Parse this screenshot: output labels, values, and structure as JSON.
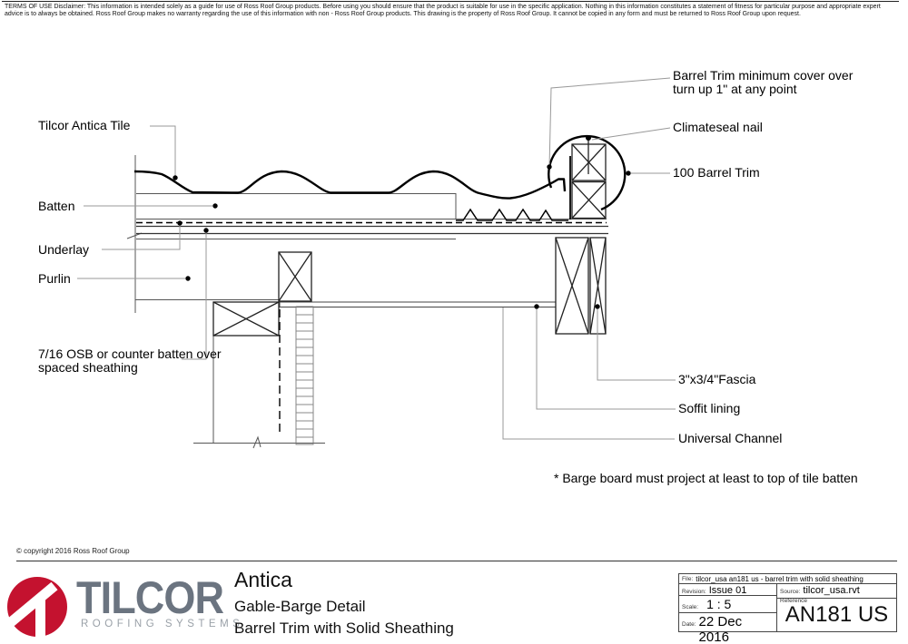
{
  "disclaimer": "TERMS OF USE Disclaimer: This information is intended solely as a guide for use of Ross Roof Group products. Before using you should ensure that the product is suitable for use in the specific application. Nothing in this information constitutes a statement of fitness for particular purpose and appropriate expert advice is to always be obtained. Ross Roof Group makes no warranty regarding the use of this information with non - Ross Roof Group products. This drawing is the property of Ross Roof Group. It cannot be copied in any form and must be returned to Ross Roof Group upon request.",
  "drawing": {
    "labels": {
      "tile": "Tilcor Antica Tile",
      "batten": "Batten",
      "underlay": "Underlay",
      "purlin": "Purlin",
      "osb": "7/16 OSB or counter batten over spaced sheathing",
      "barrel_trim_cover": "Barrel Trim minimum cover over turn up 1\" at any point",
      "climateseal_nail": "Climateseal nail",
      "barrel_trim_100": "100 Barrel Trim",
      "fascia": "3\"x3/4\"Fascia",
      "soffit": "Soffit lining",
      "universal_channel": "Universal Channel",
      "note": "* Barge board must project at least to top of tile batten"
    }
  },
  "footer": {
    "copyright": "© copyright 2016 Ross Roof Group",
    "logo": {
      "brand": "TILCOR",
      "tagline": "ROOFING SYSTEMS",
      "brand_red": "#c4122f",
      "brand_gray": "#6b7480"
    },
    "product_title": "Antica",
    "subtitle1": "Gable-Barge Detail",
    "subtitle2": "Barrel Trim with Solid Sheathing",
    "titleblock": {
      "file_label": "File:",
      "file": "tilcor_usa an181 us - barrel trim with solid sheathing",
      "revision_label": "Revision:",
      "revision": "Issue 01",
      "source_label": "Source:",
      "source": "tilcor_usa.rvt",
      "scale_label": "Scale:",
      "scale": "1 : 5",
      "reference_label": "Reference",
      "date_label": "Date:",
      "date": "22 Dec 2016",
      "sheet_number": "AN181 US"
    }
  }
}
